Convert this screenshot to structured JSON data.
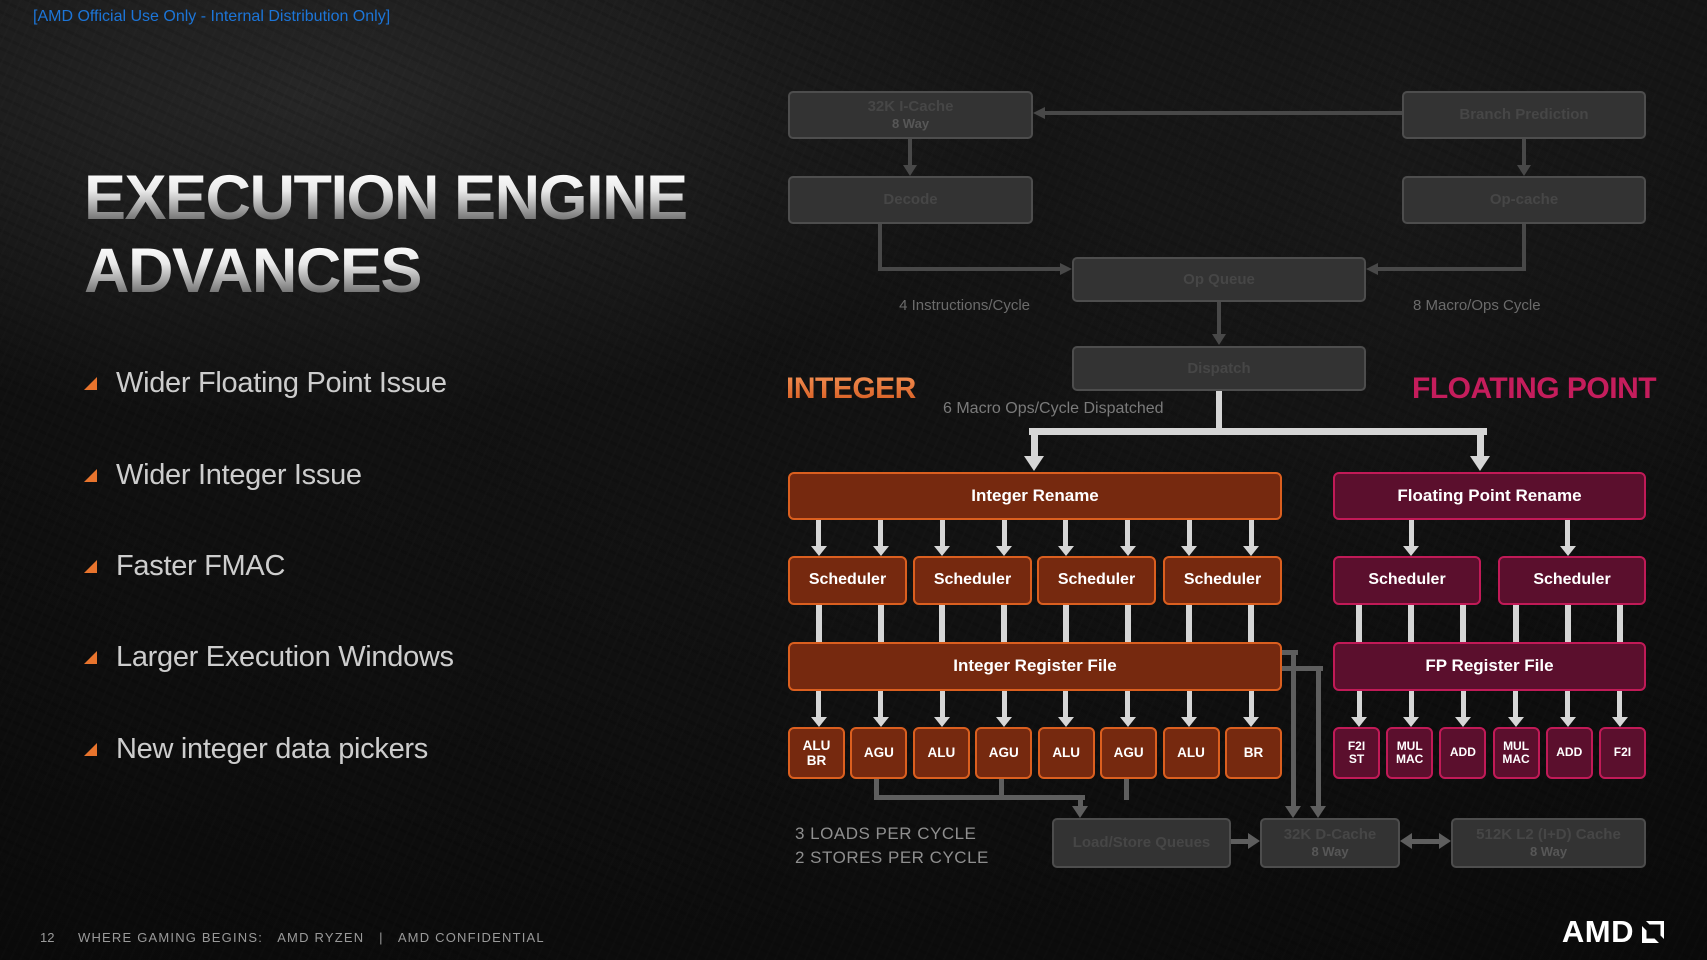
{
  "classification": "[AMD Official Use Only - Internal Distribution Only]",
  "title": {
    "line1": "EXECUTION ENGINE",
    "line2": "ADVANCES"
  },
  "bullets": [
    "Wider Floating Point Issue",
    "Wider Integer Issue",
    "Faster FMAC",
    "Larger Execution Windows",
    "New integer data pickers"
  ],
  "diagram": {
    "front_end": {
      "icache": {
        "title": "32K I-Cache",
        "subtitle": "8 Way"
      },
      "branch_prediction": {
        "title": "Branch Prediction"
      },
      "decode": {
        "title": "Decode"
      },
      "opcache": {
        "title": "Op-cache"
      },
      "op_queue": {
        "title": "Op Queue"
      },
      "dispatch": {
        "title": "Dispatch"
      },
      "label_instructions": "4 Instructions/Cycle",
      "label_macro_ops": "8 Macro/Ops Cycle",
      "label_dispatched": "6 Macro Ops/Cycle Dispatched"
    },
    "integer": {
      "section_label": "INTEGER",
      "rename": "Integer Rename",
      "scheduler_label": "Scheduler",
      "register_file": "Integer Register File",
      "units": [
        {
          "line1": "ALU",
          "line2": "BR"
        },
        {
          "line1": "AGU",
          "line2": ""
        },
        {
          "line1": "ALU",
          "line2": ""
        },
        {
          "line1": "AGU",
          "line2": ""
        },
        {
          "line1": "ALU",
          "line2": ""
        },
        {
          "line1": "AGU",
          "line2": ""
        },
        {
          "line1": "ALU",
          "line2": ""
        },
        {
          "line1": "BR",
          "line2": ""
        }
      ]
    },
    "floating_point": {
      "section_label": "FLOATING POINT",
      "rename": "Floating Point Rename",
      "scheduler_label": "Scheduler",
      "register_file": "FP Register File",
      "units": [
        {
          "line1": "F2I",
          "line2": "ST"
        },
        {
          "line1": "MUL",
          "line2": "MAC"
        },
        {
          "line1": "ADD",
          "line2": ""
        },
        {
          "line1": "MUL",
          "line2": "MAC"
        },
        {
          "line1": "ADD",
          "line2": ""
        },
        {
          "line1": "F2I",
          "line2": ""
        }
      ]
    },
    "memory": {
      "loads_label": "3 LOADS PER CYCLE",
      "stores_label": "2 STORES PER CYCLE",
      "lsq": {
        "title": "Load/Store Queues"
      },
      "dcache": {
        "title": "32K D-Cache",
        "subtitle": "8 Way"
      },
      "l2": {
        "title": "512K L2 (I+D) Cache",
        "subtitle": "8 Way"
      }
    },
    "colors": {
      "classification_blue": "#1C75D8",
      "integer_accent": "#DB5F1F",
      "integer_fill": "#76290F",
      "fp_accent": "#C11A57",
      "fp_fill": "#5B0F2D",
      "dim_fill": "#333333",
      "dim_border": "#4D4D4D",
      "arrow_light": "#D6D6D6",
      "arrow_dim": "#484848",
      "arrow_memory": "#5E5E5E",
      "bullet_marker": "#E8742D"
    }
  },
  "footer": {
    "page_number": "12",
    "tagline_prefix": "WHERE GAMING BEGINS:",
    "tagline_product": "AMD RYZEN",
    "separator": "|",
    "confidential": "AMD CONFIDENTIAL",
    "logo_text": "AMD"
  }
}
